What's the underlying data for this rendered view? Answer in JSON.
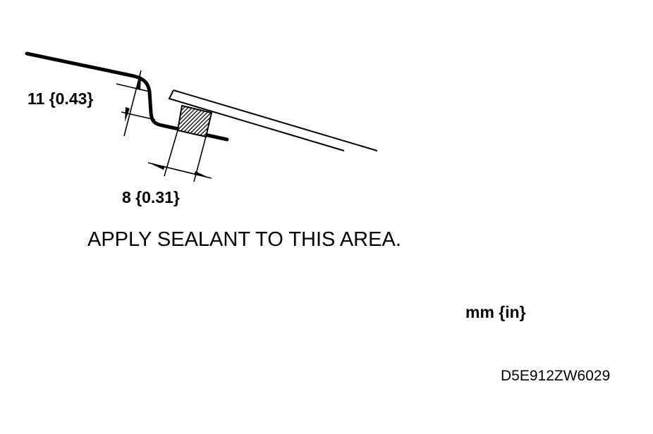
{
  "dimensions": {
    "height_label": "11 {0.43}",
    "width_label": "8 {0.31}"
  },
  "instruction": "APPLY SEALANT TO THIS AREA.",
  "units_label": "mm {in}",
  "figure_id": "D5E912ZW6029",
  "colors": {
    "ink": "#000000",
    "background": "#ffffff"
  }
}
